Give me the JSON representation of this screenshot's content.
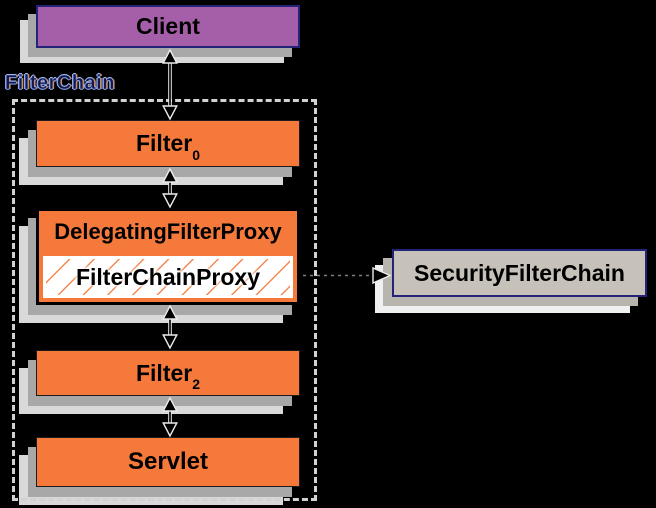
{
  "nodes": {
    "client": {
      "label": "Client"
    },
    "filter_chain_group": {
      "label": "FilterChain"
    },
    "filter0": {
      "label": "Filter",
      "subscript": "0"
    },
    "delegating_filter_proxy": {
      "label": "DelegatingFilterProxy"
    },
    "filter_chain_proxy": {
      "label": "FilterChainProxy"
    },
    "filter2": {
      "label": "Filter",
      "subscript": "2"
    },
    "servlet": {
      "label": "Servlet"
    },
    "security_filter_chain": {
      "label": "SecurityFilterChain"
    }
  },
  "connections": [
    {
      "from": "client",
      "to": "filter0",
      "type": "bidirectional-arrow"
    },
    {
      "from": "filter0",
      "to": "delegating_filter_proxy",
      "type": "bidirectional-arrow"
    },
    {
      "from": "delegating_filter_proxy",
      "to": "filter2",
      "type": "bidirectional-arrow"
    },
    {
      "from": "filter2",
      "to": "servlet",
      "type": "bidirectional-arrow"
    },
    {
      "from": "filter_chain_proxy",
      "to": "security_filter_chain",
      "type": "dashed-arrow"
    }
  ],
  "colors": {
    "background": "#000000",
    "box_orange": "#F4793B",
    "client_purple": "#A55FA8",
    "security_gray": "#C6C2B9",
    "navy_border": "#23237A",
    "shadow_inner": "#A8A8A8",
    "shadow_outer": "#D9D9D9",
    "hatch_orange": "#F4884F",
    "group_label_halo": "#8FB2F4"
  }
}
